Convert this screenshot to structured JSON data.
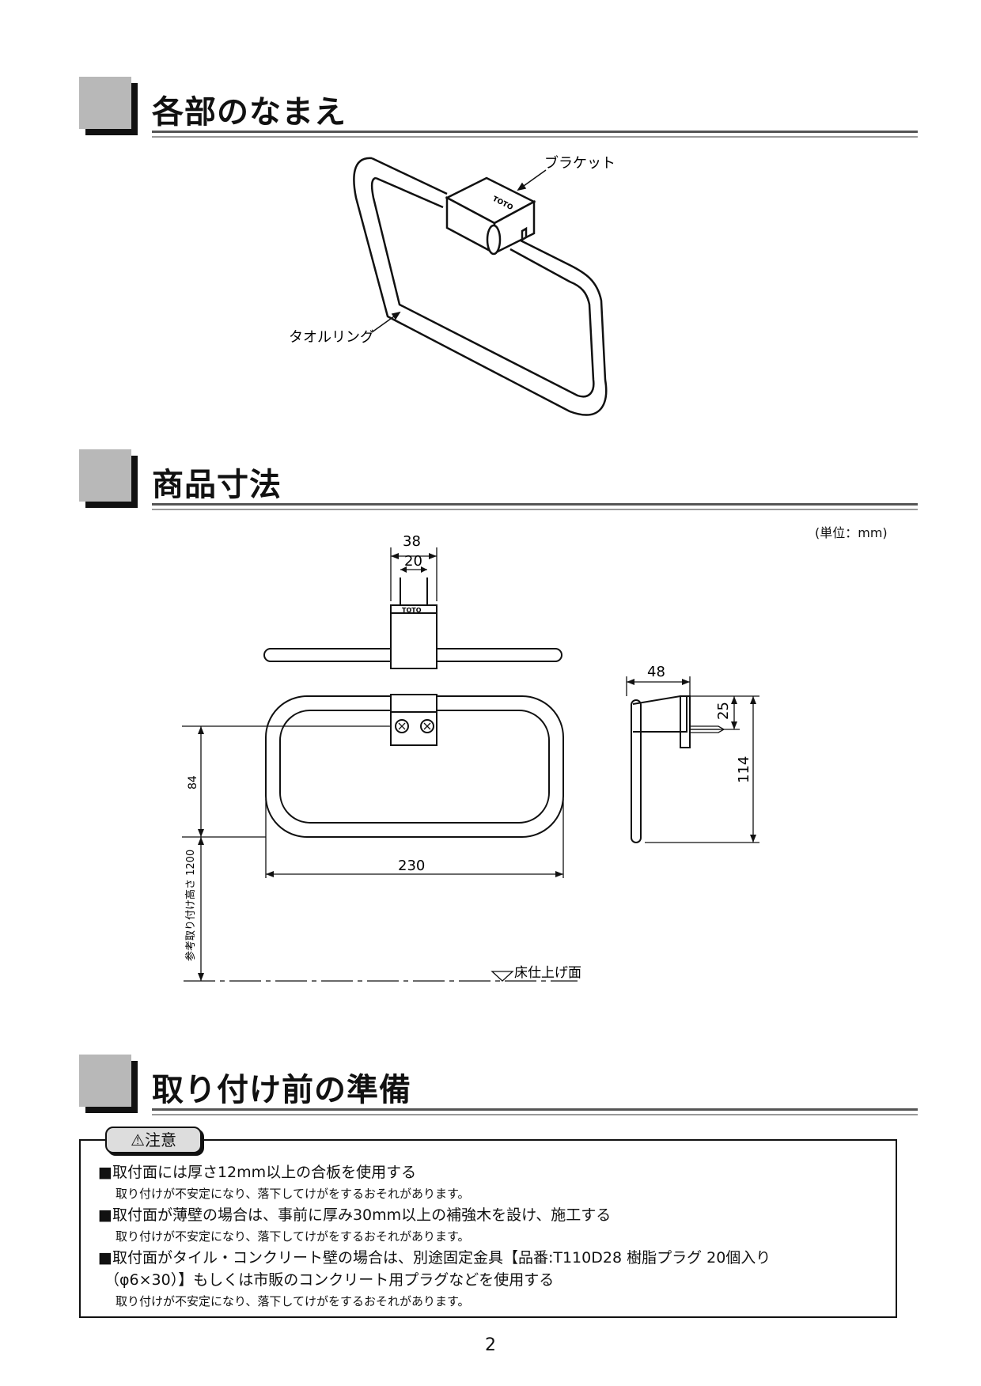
{
  "sections": {
    "names_title": "各部のなまえ",
    "dimensions_title": "商品寸法",
    "prep_title": "取り付け前の準備"
  },
  "parts": {
    "bracket": "ブラケット",
    "ring": "タオルリング",
    "logo": "TOTO"
  },
  "dimensions": {
    "unit": "(単位：mm)",
    "d38": "38",
    "d20": "20",
    "d48": "48",
    "d25": "25",
    "d114": "114",
    "d84": "84",
    "d230": "230",
    "height_ref": "参考取り付け高さ 1200",
    "floor": "床仕上げ面"
  },
  "caution": {
    "tag": "注意",
    "items": [
      {
        "head": "■取付面には厚さ12mm以上の合板を使用する",
        "sub": "取り付けが不安定になり、落下してけがをするおそれがあります。"
      },
      {
        "head": "■取付面が薄壁の場合は、事前に厚み30mm以上の補強木を設け、施工する",
        "sub": "取り付けが不安定になり、落下してけがをするおそれがあります。"
      },
      {
        "head": "■取付面がタイル・コンクリート壁の場合は、別途固定金具【品番:T110D28 樹脂プラグ 20個入り",
        "head2": "（φ6×30）】もしくは市販のコンクリート用プラグなどを使用する",
        "sub": "取り付けが不安定になり、落下してけがをするおそれがあります。"
      }
    ]
  },
  "page_number": "2"
}
